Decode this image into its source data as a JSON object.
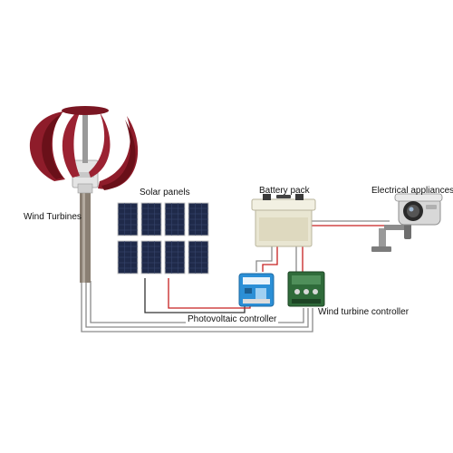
{
  "labels": {
    "wind_turbines": "Wind Turbines",
    "solar_panels": "Solar panels",
    "battery_pack": "Battery pack",
    "electrical_appliances": "Electrical appliances",
    "photovoltaic_controller": "Photovoltaic controller",
    "wind_turbine_controller": "Wind turbine controller"
  },
  "colors": {
    "turbine_red": "#8e1c2a",
    "turbine_red_dark": "#6a1019",
    "pole": "#8a7f73",
    "panel_cell": "#1f2a4a",
    "pv_controller": "#2b8fd6",
    "wt_controller": "#2f6b3a",
    "battery": "#e9e6d2",
    "wire_red": "#c62020",
    "wire_gray": "#8a8a8a",
    "camera": "#d8d8d8"
  },
  "icons": {
    "wind_turbine": "wind-turbine-icon",
    "solar_panel": "solar-panel-icon",
    "battery": "battery-icon",
    "camera": "security-camera-icon",
    "pv_controller": "pv-controller-icon",
    "wt_controller": "wind-controller-icon"
  }
}
